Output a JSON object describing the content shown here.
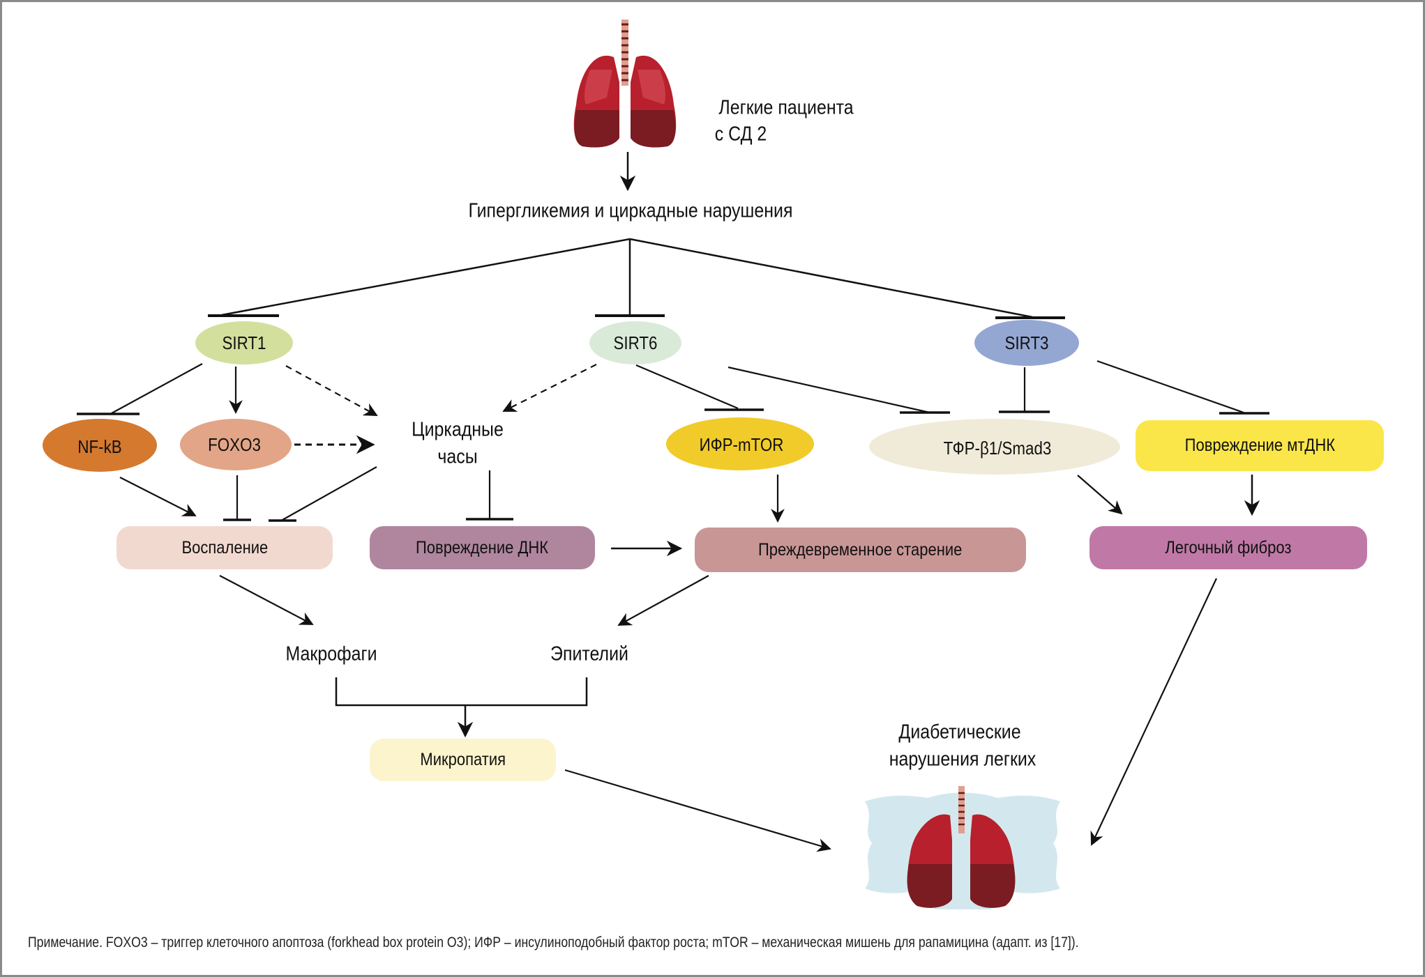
{
  "figure": {
    "patient_lungs_label_line1": "Легкие пациента",
    "patient_lungs_label_line2": "с СД 2",
    "trigger_label": "Гипергликемия и циркадные нарушения",
    "nodes": {
      "sirt1": "SIRT1",
      "sirt6": "SIRT6",
      "sirt3": "SIRT3",
      "nfkb": "NF-kB",
      "foxo3": "FOXO3",
      "circadian_line1": "Циркадные",
      "circadian_line2": "часы",
      "igf_mtor": "ИФР-mTOR",
      "tgf_smad3": "ТФР-β1/Smad3",
      "mtdna_damage": "Повреждение мтДНК",
      "inflammation": "Воспаление",
      "dna_damage": "Повреждение ДНК",
      "premature_aging": "Преждевременное старение",
      "pulmonary_fibrosis": "Легочный фиброз",
      "macrophages": "Макрофаги",
      "epithelium": "Эпителий",
      "micropathy": "Микропатия",
      "outcome_line1": "Диабетические",
      "outcome_line2": "нарушения легких"
    },
    "colors": {
      "sirt1": "#d3df9c",
      "sirt6": "#d9ead9",
      "sirt3": "#94a7d3",
      "nfkb": "#d5792f",
      "foxo3": "#e2a587",
      "igf_mtor": "#f1cb2a",
      "tgf_smad3": "#f0ebd8",
      "mtdna_damage": "#fbe64a",
      "inflammation": "#f2d9cf",
      "dna_damage": "#b0869f",
      "premature_aging": "#c99696",
      "pulmonary_fibrosis": "#c079a7",
      "micropathy": "#fcf4cc",
      "lung_red": "#b7202c",
      "lung_dark": "#7a1c22",
      "halo": "#d3e8ee"
    },
    "footnote": "Примечание.  FOXO3 – триггер клеточного апоптоза (forkhead box protein O3); ИФР – инсулиноподобный фактор роста; mTOR – механическая мишень для рапамицина (адапт. из [17])."
  }
}
